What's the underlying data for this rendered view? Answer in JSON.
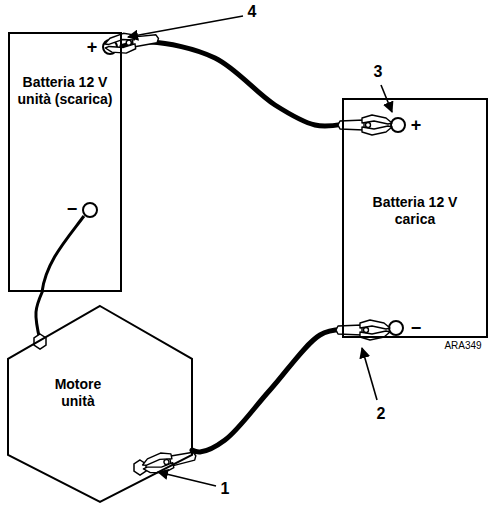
{
  "diagram": {
    "nodes": [
      {
        "text": [
          "Batteria 12 V unità (scarica)"
        ]
      },
      {
        "text": [
          "Batteria 12 V carica"
        ]
      },
      {
        "text": [
          "Motore unità"
        ]
      }
    ],
    "edges": [
      {
        "from": 0,
        "to": 1,
        "arrow": "none"
      },
      {
        "from": 1,
        "to": 2,
        "arrow": "none"
      },
      {
        "from": 0,
        "to": 2,
        "arrow": "none"
      }
    ],
    "labels": [
      "+",
      "−",
      "+",
      "−",
      "4",
      "3",
      "2",
      "1",
      "ARA349"
    ]
  }
}
